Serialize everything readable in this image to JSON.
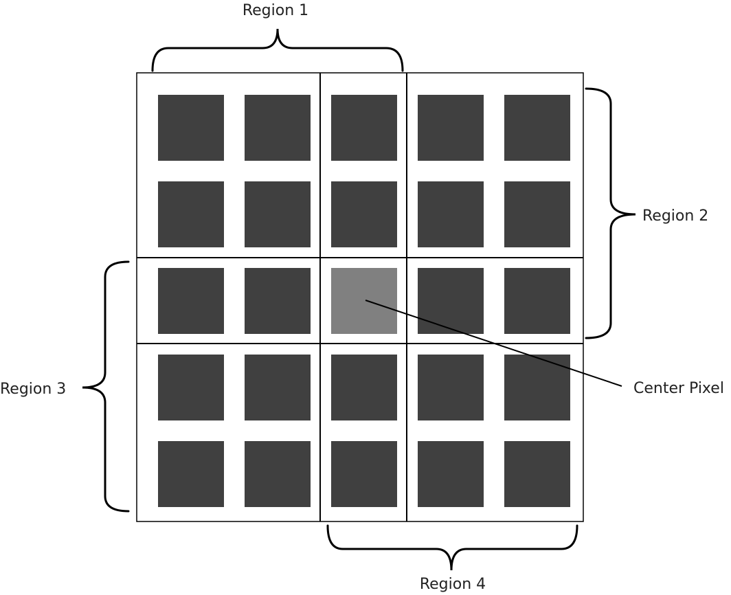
{
  "labels": {
    "region1": "Region 1",
    "region2": "Region 2",
    "region3": "Region 3",
    "region4": "Region 4",
    "center_pixel": "Center Pixel"
  },
  "grid": {
    "rows": 5,
    "cols": 5,
    "center": [
      2,
      2
    ]
  },
  "colors": {
    "pixel": "#404040",
    "center_pixel": "#808080",
    "lines": "#000000",
    "background": "#ffffff"
  }
}
